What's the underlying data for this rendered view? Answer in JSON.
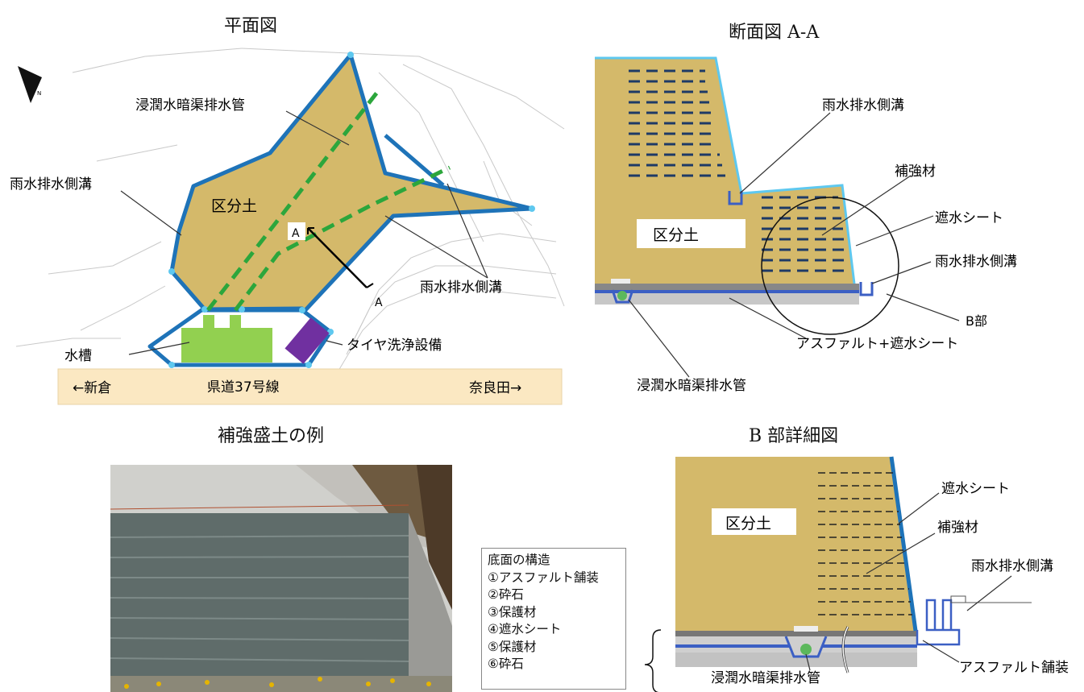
{
  "titles": {
    "plan": "平面図",
    "section": "断面図 A-A",
    "example": "補強盛土の例",
    "detail": "B 部詳細図"
  },
  "plan": {
    "kubundo": "区分土",
    "label_drain_pipe": "浸潤水暗渠排水管",
    "label_side_ditch_left": "雨水排水側溝",
    "label_side_ditch_right": "雨水排水側溝",
    "label_tank": "水槽",
    "label_tire_wash": "タイヤ洗浄設備",
    "road_name": "県道37号線",
    "road_left": "←新倉",
    "road_right": "奈良田→",
    "section_mark": "A",
    "north": "N",
    "colors": {
      "fill": "#d4b96a",
      "outline": "#1e73b8",
      "pipe": "#2ca63c",
      "tank": "#92d050",
      "tire_wash": "#7030a0",
      "road": "#fbe8c2"
    }
  },
  "section": {
    "kubundo": "区分土",
    "label_side_ditch_top": "雨水排水側溝",
    "label_reinforcement": "補強材",
    "label_sheet": "遮水シート",
    "label_side_ditch_bottom": "雨水排水側溝",
    "label_b": "B部",
    "label_asphalt": "アスファルト+遮水シート",
    "label_drain_pipe": "浸潤水暗渠排水管"
  },
  "detail": {
    "kubundo": "区分土",
    "label_sheet": "遮水シート",
    "label_reinforcement": "補強材",
    "label_side_ditch": "雨水排水側溝",
    "label_asphalt": "アスファルト舗装",
    "label_drain_pipe": "浸潤水暗渠排水管"
  },
  "legend": {
    "title": "底面の構造",
    "items": [
      "①アスファルト舗装",
      "②砕石",
      "③保護材",
      "④遮水シート",
      "⑤保護材",
      "⑥砕石"
    ]
  },
  "photo": {
    "colors": {
      "sky": "#cfcfcf",
      "wall": "#6f7d7b",
      "ground": "#8b8878"
    }
  }
}
